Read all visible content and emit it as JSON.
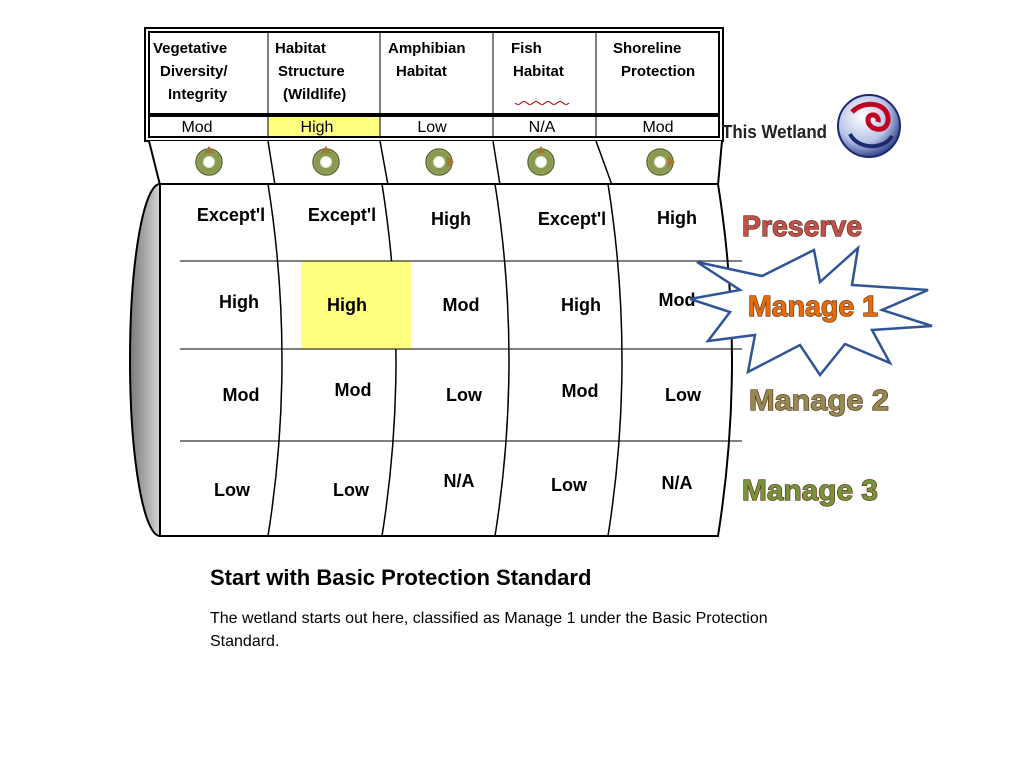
{
  "diagram": {
    "headers": [
      [
        "Vegetative",
        "Diversity/",
        "Integrity"
      ],
      [
        "Habitat",
        "Structure",
        "(Wildlife)"
      ],
      [
        "Amphibian",
        "Habitat"
      ],
      [
        "Fish",
        "Habitat"
      ],
      [
        "Shoreline",
        "Protection"
      ]
    ],
    "current_ratings": [
      "Mod",
      "High",
      "Low",
      "N/A",
      "Mod"
    ],
    "highlighted_column": 1,
    "this_wetland_label": "This Wetland",
    "grid": [
      [
        "Except'l",
        "Except'l",
        "High",
        "Except'l",
        "High"
      ],
      [
        "High",
        "High",
        "Mod",
        "High",
        "Mod"
      ],
      [
        "Mod",
        "Mod",
        "Low",
        "Mod",
        "Low"
      ],
      [
        "Low",
        "Low",
        "N/A",
        "Low",
        "N/A"
      ]
    ],
    "highlighted_cell": {
      "row": 1,
      "col": 1
    },
    "highlight_color": "#ffff80",
    "categories": [
      {
        "label": "Preserve",
        "color": "#c0504d"
      },
      {
        "label": "Manage 1",
        "color": "#e46c0a"
      },
      {
        "label": "Manage 2",
        "color": "#948a54"
      },
      {
        "label": "Manage 3",
        "color": "#77933c"
      }
    ],
    "starburst_category": "Manage 1",
    "starburst_color": "#2f5597"
  },
  "caption": {
    "title": "Start with Basic Protection Standard",
    "body": "The wetland starts out here, classified as Manage 1 under the Basic Protection Standard."
  }
}
